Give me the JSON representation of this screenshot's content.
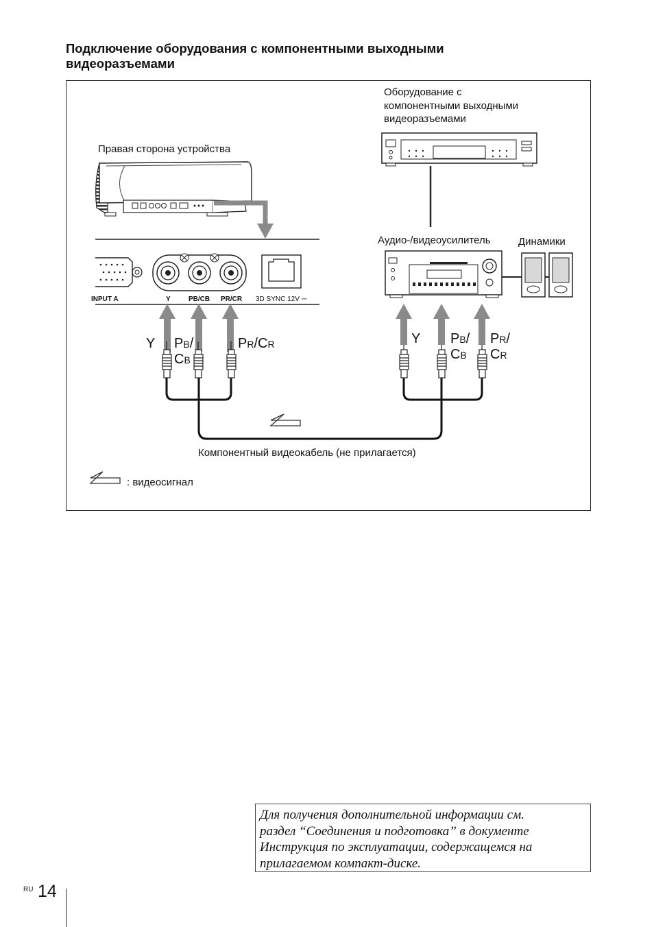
{
  "heading": {
    "line1": "Подключение оборудования с компонентными выходными",
    "line2": "видеоразъемами"
  },
  "labels": {
    "projector_side": "Правая сторона устройства",
    "source_device": [
      "Оборудование с",
      "компонентными выходными",
      "видеоразъемами"
    ],
    "amplifier": "Аудио-/видеоусилитель",
    "speakers": "Динамики",
    "cable": "Компонентный видеокабель (не прилагается)",
    "legend": ": видеосигнал"
  },
  "panel": {
    "input": "INPUT A",
    "y": "Y",
    "pb": "PB/CB",
    "pr": "PR/CR",
    "sync": "3D SYNC 12V ⎓"
  },
  "signals_left": {
    "y": "Y",
    "pb1": "P",
    "pb1s": "B",
    "pb2": "C",
    "pb2s": "B",
    "pr1": "P",
    "pr1s": "R",
    "pr2": "C",
    "pr2s": "R"
  },
  "signals_right": {
    "y": "Y",
    "pb1": "P",
    "pb1s": "B",
    "pb2": "C",
    "pb2s": "B",
    "pr1": "P",
    "pr1s": "R",
    "pr2": "C",
    "pr2s": "R"
  },
  "note": {
    "lines": [
      "Для получения дополнительной информации см.",
      "раздел “Соединения и подготовка” в документе",
      "Инструкция по эксплуатации, содержащемся на",
      "прилагаемом компакт-диске."
    ]
  },
  "footer": {
    "lang": "RU",
    "page": "14"
  },
  "colors": {
    "signal_arrow": "#8a8a8a",
    "cable": "#111111"
  }
}
